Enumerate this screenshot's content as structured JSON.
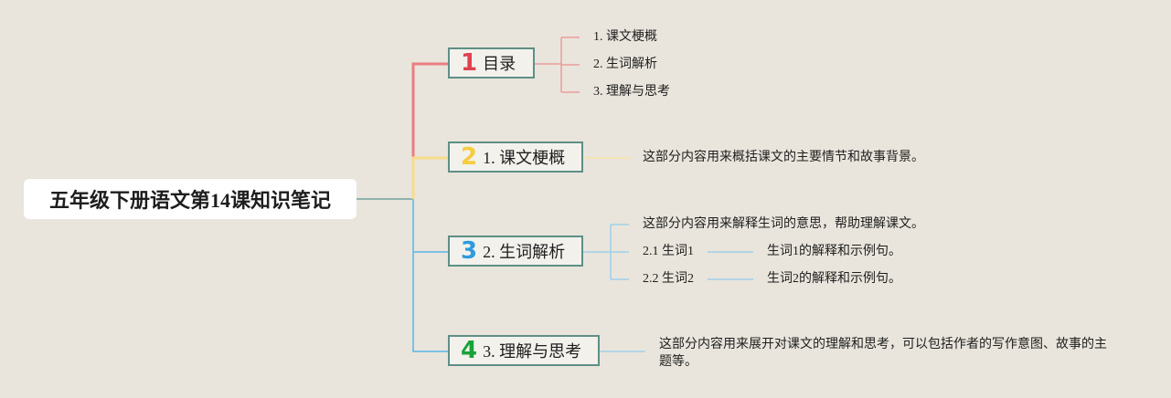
{
  "root": {
    "title": "五年级下册语文第14课知识笔记"
  },
  "branches": [
    {
      "num": "1",
      "color": "#e0414f",
      "label": "目录",
      "children": [
        "1. 课文梗概",
        "2. 生词解析",
        "3. 理解与思考"
      ]
    },
    {
      "num": "2",
      "color": "#f5cd3d",
      "label": "1. 课文梗概",
      "children": [
        "这部分内容用来概括课文的主要情节和故事背景。"
      ]
    },
    {
      "num": "3",
      "color": "#2f9be0",
      "label": "2. 生词解析",
      "children": [
        {
          "text": "这部分内容用来解释生词的意思，帮助理解课文。"
        },
        {
          "text": "2.1 生词1",
          "detail": "生词1的解释和示例句。"
        },
        {
          "text": "2.2 生词2",
          "detail": "生词2的解释和示例句。"
        }
      ]
    },
    {
      "num": "4",
      "color": "#19a23a",
      "label": "3. 理解与思考",
      "children": [
        "这部分内容用来展开对课文的理解和思考，可以包括作者的写作意图、故事的主题等。"
      ]
    }
  ],
  "colors": {
    "line_red": "#ec7d80",
    "line_yellow": "#f8dc8a",
    "line_blue": "#7cc0e6",
    "line_trunk": "#8fb3ac",
    "node_border": "#5e8f86",
    "background": "#e9e5dc"
  }
}
